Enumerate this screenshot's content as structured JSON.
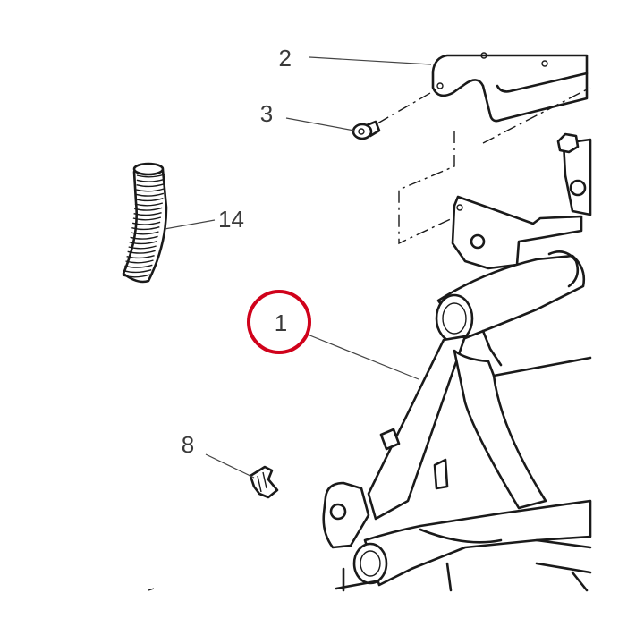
{
  "callouts": [
    {
      "id": "2",
      "label": "2"
    },
    {
      "id": "3",
      "label": "3"
    },
    {
      "id": "14",
      "label": "14"
    },
    {
      "id": "1",
      "label": "1"
    },
    {
      "id": "8",
      "label": "8"
    }
  ],
  "highlight": {
    "callout": "1",
    "color": "#d0021b"
  },
  "colors": {
    "line": "#1a1a1a",
    "label": "#3a3a3a"
  }
}
